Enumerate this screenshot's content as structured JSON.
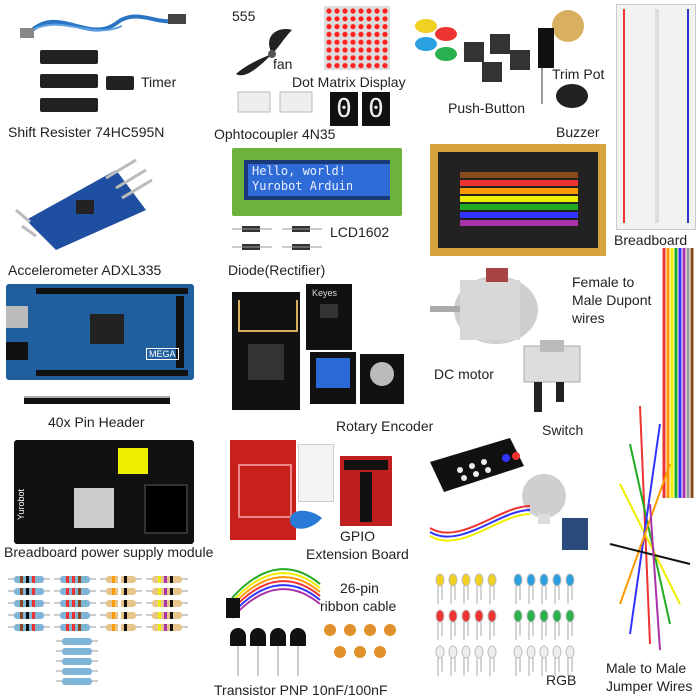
{
  "labels": {
    "timer": "Timer",
    "shift_register": "Shift Resister 74HC595N",
    "ic555": "555",
    "fan": "fan",
    "dot_matrix": "Dot Matrix Display",
    "optocoupler": "Ophtocoupler 4N35",
    "push_button": "Push-Button",
    "trim_pot": "Trim Pot",
    "buzzer": "Buzzer",
    "breadboard": "Breadboard",
    "accelerometer": "Accelerometer ADXL335",
    "lcd": "LCD1602",
    "diode": "Diode(Rectifier)",
    "female_male_1": "Female to",
    "female_male_2": "Male Dupont",
    "female_male_3": "wires",
    "dc_motor": "DC motor",
    "switch": "Switch",
    "pin_header": "40x Pin Header",
    "rotary_encoder": "Rotary Encoder",
    "power_supply": "Breadboard power supply module",
    "gpio_1": "GPIO",
    "gpio_2": "Extension Board",
    "ribbon_1": "26-pin",
    "ribbon_2": "ribbon cable",
    "rgb": "RGB",
    "male_male_1": "Male to Male",
    "male_male_2": "Jumper Wires",
    "transistor": "Transistor PNP 10nF/100nF"
  },
  "lcd_screen": {
    "line1": "Hello, world!",
    "line2": "Yurobot Arduin"
  },
  "board_marks": {
    "mega": "MEGA",
    "keyes": "Keyes",
    "yurobot": "Yurobot",
    "seven_segment": "0"
  },
  "colors": {
    "arduino_blue": "#1f5f9e",
    "lcd_green": "#6bb33a",
    "lcd_screen": "#2f6bd6",
    "rfid_red": "#c8201c",
    "gpio_red": "#c01f1f",
    "breadboard": "#f2f2f0"
  }
}
